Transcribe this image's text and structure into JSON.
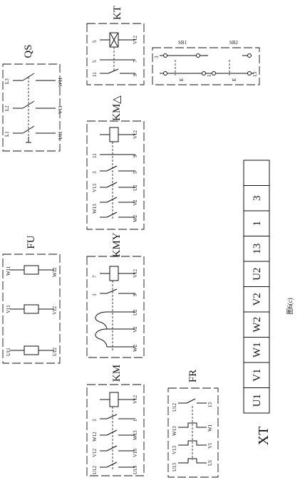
{
  "figure_caption": "图6(c)",
  "qs": {
    "title": "QS",
    "left": [
      "L1",
      "L2",
      "L3"
    ],
    "right": [
      "U11",
      "V11",
      "W11"
    ]
  },
  "fu": {
    "title": "FU",
    "left": [
      "U11",
      "V11",
      "W11"
    ],
    "right": [
      "U12",
      "V12",
      "W12"
    ]
  },
  "kt": {
    "title": "KT",
    "terms": [
      "5",
      "5",
      "11",
      "7",
      "9",
      "V12"
    ]
  },
  "sb": {
    "sb1": "SB1",
    "sb2": "SB2",
    "terms": [
      "3",
      "1",
      "1",
      "13"
    ],
    "e_mark": "E"
  },
  "kmd": {
    "title": "KM△",
    "terms": [
      "11",
      "3",
      "V13",
      "W13",
      "9",
      "5",
      "U2",
      "V2",
      "W2",
      "V12"
    ]
  },
  "kmy": {
    "title": "KMY",
    "terms": [
      "7",
      "3",
      "9",
      "U2",
      "V2",
      "W2",
      "V12"
    ]
  },
  "km": {
    "title": "KM",
    "terms": [
      "U12",
      "V12",
      "W12",
      "3",
      "U13",
      "V13",
      "W13",
      "1",
      "V12"
    ]
  },
  "fr": {
    "title": "FR",
    "terms": [
      "U12",
      "13",
      "U13",
      "V13",
      "W13",
      "U1",
      "V1",
      "W1"
    ]
  },
  "xt": {
    "title": "XT",
    "cells": [
      "U1",
      "V1",
      "W1",
      "W2",
      "V2",
      "U2",
      "13",
      "1",
      "3",
      ""
    ]
  }
}
